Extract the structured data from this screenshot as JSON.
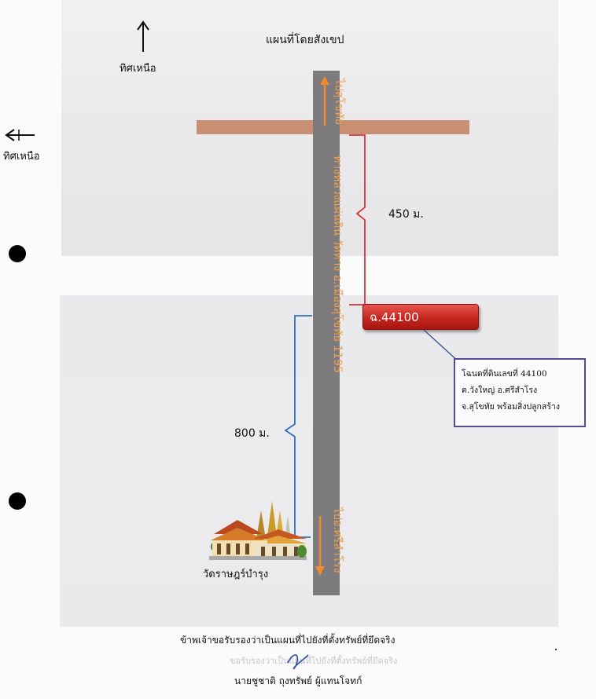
{
  "map": {
    "title": "แผนที่โดยสังเขป",
    "north_label_1": "ทิศเหนือ",
    "north_label_2": "ทิศเหนือ",
    "road_name": "ทางหลวงแผ่นดิน วัดทาง อ.เมืองสุโขทัย 1195",
    "direction_top": "ไปสุโขทัย",
    "direction_bottom": "ไปอ.ศรีสำโรง",
    "distance_top": "450 ม.",
    "distance_bottom": "800 ม.",
    "marker_label": "ฉ.44100",
    "landmark_label": "วัดราษฎร์บำรุง"
  },
  "deed_info": {
    "line1": "โฉนดที่ดินเลขที่ 44100",
    "line2": "ต.วังใหญ่ อ.ศรีสำโรง",
    "line3": "จ.สุโขทัย พร้อมสิ่งปลูกสร้าง"
  },
  "footer": {
    "certification": "ข้าพเจ้าขอรับรองว่าเป็นแผนที่ไปยังที่ตั้งทรัพย์ที่ยึดจริง",
    "faint_text": "ขอรับรองว่าเป็นแผนที่ไปยังที่ตั้งทรัพย์ที่ยึดจริง",
    "signer": "นายชูชาติ ถุงทรัพย์ ผู้แทนโจทก์"
  },
  "colors": {
    "road_vertical": "#7e7b7f",
    "road_horizontal": "#c98f72",
    "road_text": "#f0a14a",
    "marker_red": "#c5261f",
    "bracket_red": "#d9323a",
    "bracket_blue": "#2f6fbf",
    "deed_border": "#5b4a8f"
  },
  "icons": [
    "north-arrow-up-icon",
    "north-arrow-left-icon",
    "direction-arrow-up-icon",
    "direction-arrow-down-icon",
    "temple-icon",
    "signature-mark"
  ]
}
